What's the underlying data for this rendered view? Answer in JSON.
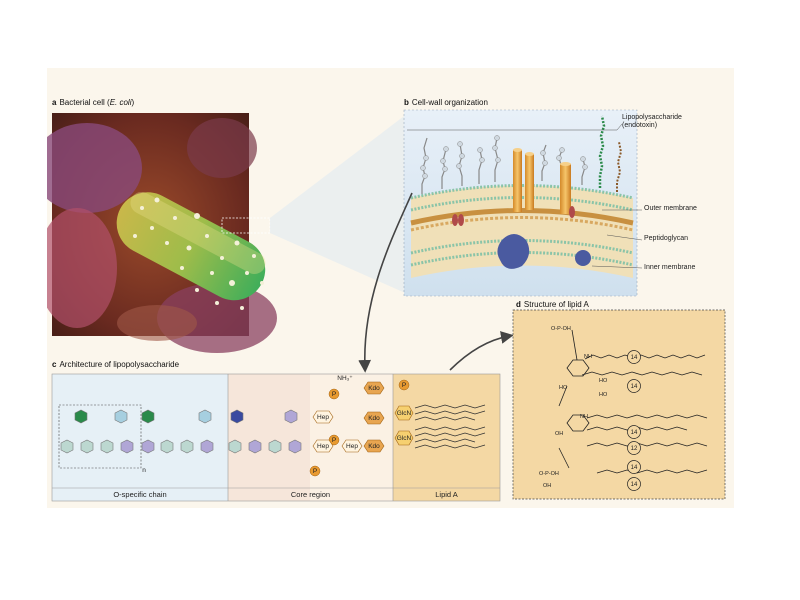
{
  "panel_a": {
    "letter": "a",
    "title_prefix": "Bacterial cell (",
    "title_italic": "E. coli",
    "title_suffix": ")"
  },
  "panel_b": {
    "letter": "b",
    "title": "Cell-wall organization",
    "labels": {
      "lps_line1": "Lipopolysaccharide",
      "lps_line2": "(endotoxin)",
      "outer_membrane": "Outer membrane",
      "peptidoglycan": "Peptidoglycan",
      "inner_membrane": "Inner membrane"
    }
  },
  "panel_c": {
    "letter": "c",
    "title": "Architecture of lipopolysaccharide",
    "repeat_symbol": "n",
    "hep": "Hep",
    "kdo": "Kdo",
    "glcn": "GlcN",
    "phosphate": "P",
    "nh3": "NH₃⁺",
    "sections": [
      "O-specific chain",
      "Core region",
      "Lipid A"
    ]
  },
  "panel_d": {
    "letter": "d",
    "title": "Structure of lipid A",
    "chain_lengths": [
      "14",
      "14",
      "14",
      "12",
      "14",
      "14"
    ],
    "phosphate_top": "O-P-OH",
    "oh": "OH",
    "o": "O",
    "nh": "NH",
    "ho": "HO"
  }
}
